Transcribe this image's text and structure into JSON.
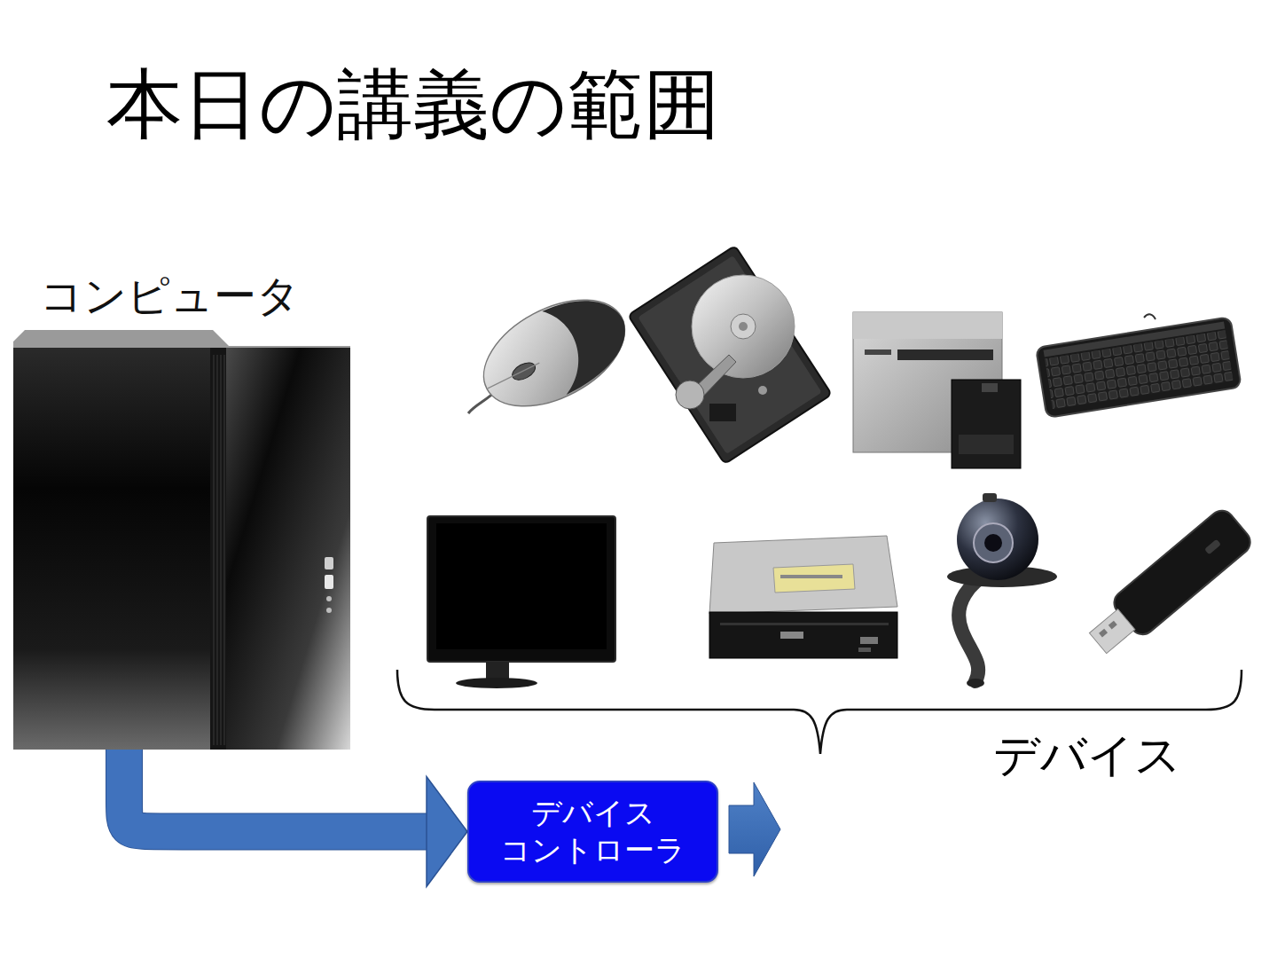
{
  "diagram": {
    "title": "本日の講義の範囲",
    "nodes": [
      {
        "text": [
          "コンピュータ"
        ]
      },
      {
        "text": [
          "デバイス コントローラ"
        ]
      }
    ],
    "edges": [
      {
        "from": 0,
        "to": 1,
        "arrow": "to"
      }
    ],
    "labels": [
      "デバイス"
    ]
  }
}
